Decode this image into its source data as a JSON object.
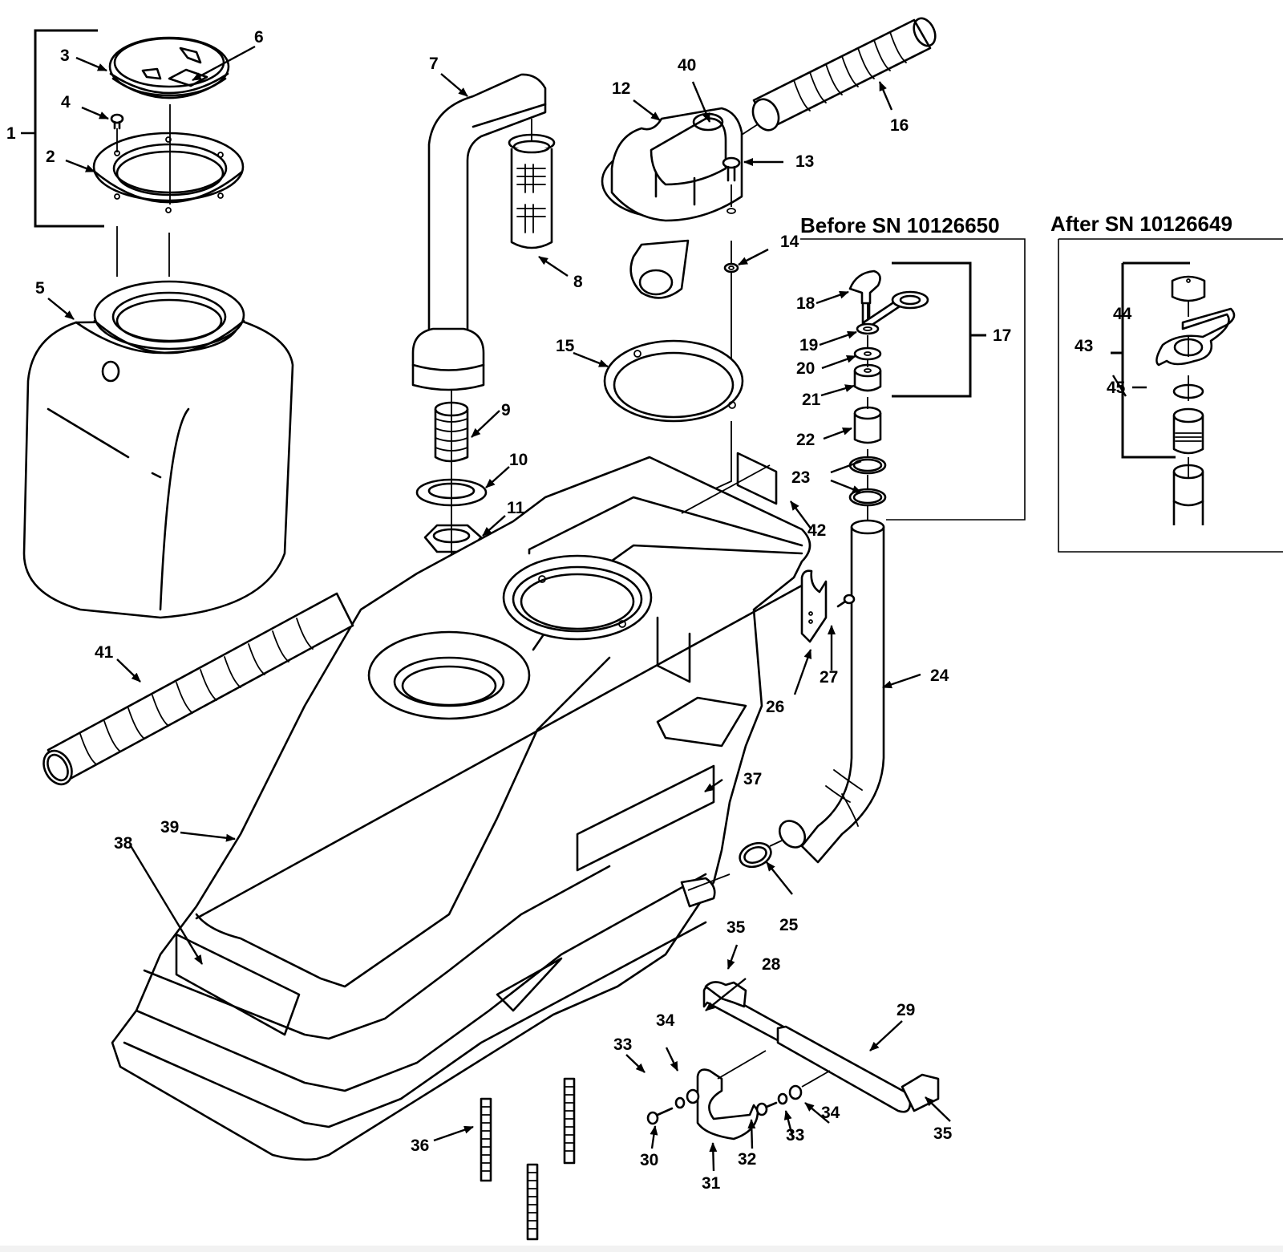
{
  "diagram": {
    "title": "Exploded parts view - solution tank assembly",
    "variants": {
      "before": "Before SN 10126650",
      "after": "After SN 10126649"
    },
    "callouts": {
      "c1": "1",
      "c2": "2",
      "c3": "3",
      "c4": "4",
      "c5": "5",
      "c6": "6",
      "c7": "7",
      "c8": "8",
      "c9": "9",
      "c10": "10",
      "c11": "11",
      "c12": "12",
      "c13": "13",
      "c14": "14",
      "c15": "15",
      "c16": "16",
      "c17": "17",
      "c18": "18",
      "c19": "19",
      "c20": "20",
      "c21": "21",
      "c22": "22",
      "c23": "23",
      "c24": "24",
      "c25": "25",
      "c26": "26",
      "c27": "27",
      "c28": "28",
      "c29": "29",
      "c30": "30",
      "c31": "31",
      "c32": "32",
      "c33a": "33",
      "c33b": "33",
      "c34a": "34",
      "c34b": "34",
      "c35a": "35",
      "c35b": "35",
      "c36": "36",
      "c37": "37",
      "c38": "38",
      "c39": "39",
      "c40": "40",
      "c41": "41",
      "c42": "42",
      "c43": "43",
      "c44": "44",
      "c45": "45"
    }
  }
}
